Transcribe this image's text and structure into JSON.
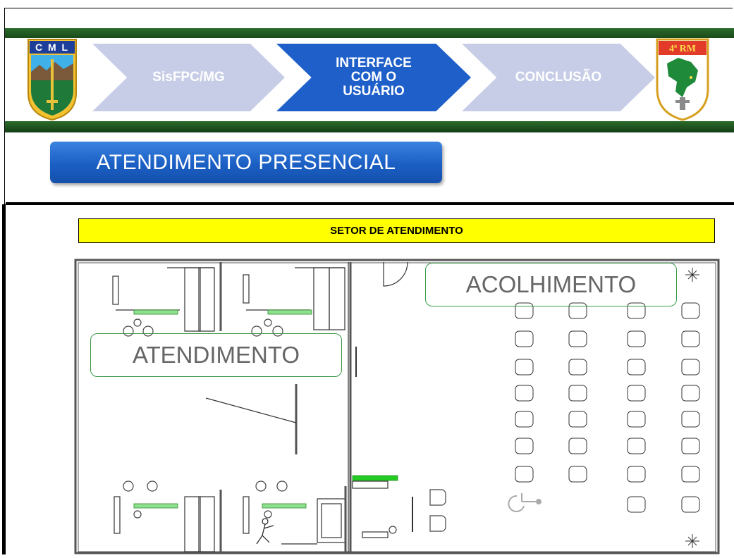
{
  "header": {
    "steps": [
      {
        "label": "SisFPC/MG",
        "active": false
      },
      {
        "label": "INTERFACE COM O USUÁRIO",
        "active": true
      },
      {
        "label": "CONCLUSÃO",
        "active": false
      }
    ],
    "left_crest_text": "C M L",
    "right_crest_text": "4ª RM"
  },
  "title": "ATENDIMENTO PRESENCIAL",
  "plan": {
    "banner": "SETOR DE ATENDIMENTO",
    "zones": {
      "atendimento": "ATENDIMENTO",
      "acolhimento": "ACOLHIMENTO"
    },
    "waiting_chairs": {
      "columns": 4,
      "rows": 8
    }
  },
  "colors": {
    "band_green": "#1f4f1f",
    "step_active": "#1f5fc9",
    "step_inactive": "#c7cde6",
    "title_blue": "#1b5fc4",
    "banner_yellow": "#ffff00",
    "zone_border": "#3a9a4a"
  }
}
